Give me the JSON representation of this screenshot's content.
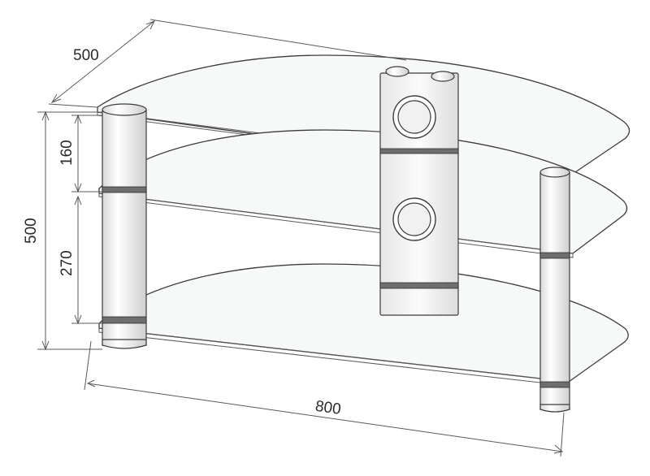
{
  "dimensions": {
    "depth": "500",
    "height": "500",
    "upper_spacing": "160",
    "lower_spacing": "270",
    "width": "800"
  }
}
